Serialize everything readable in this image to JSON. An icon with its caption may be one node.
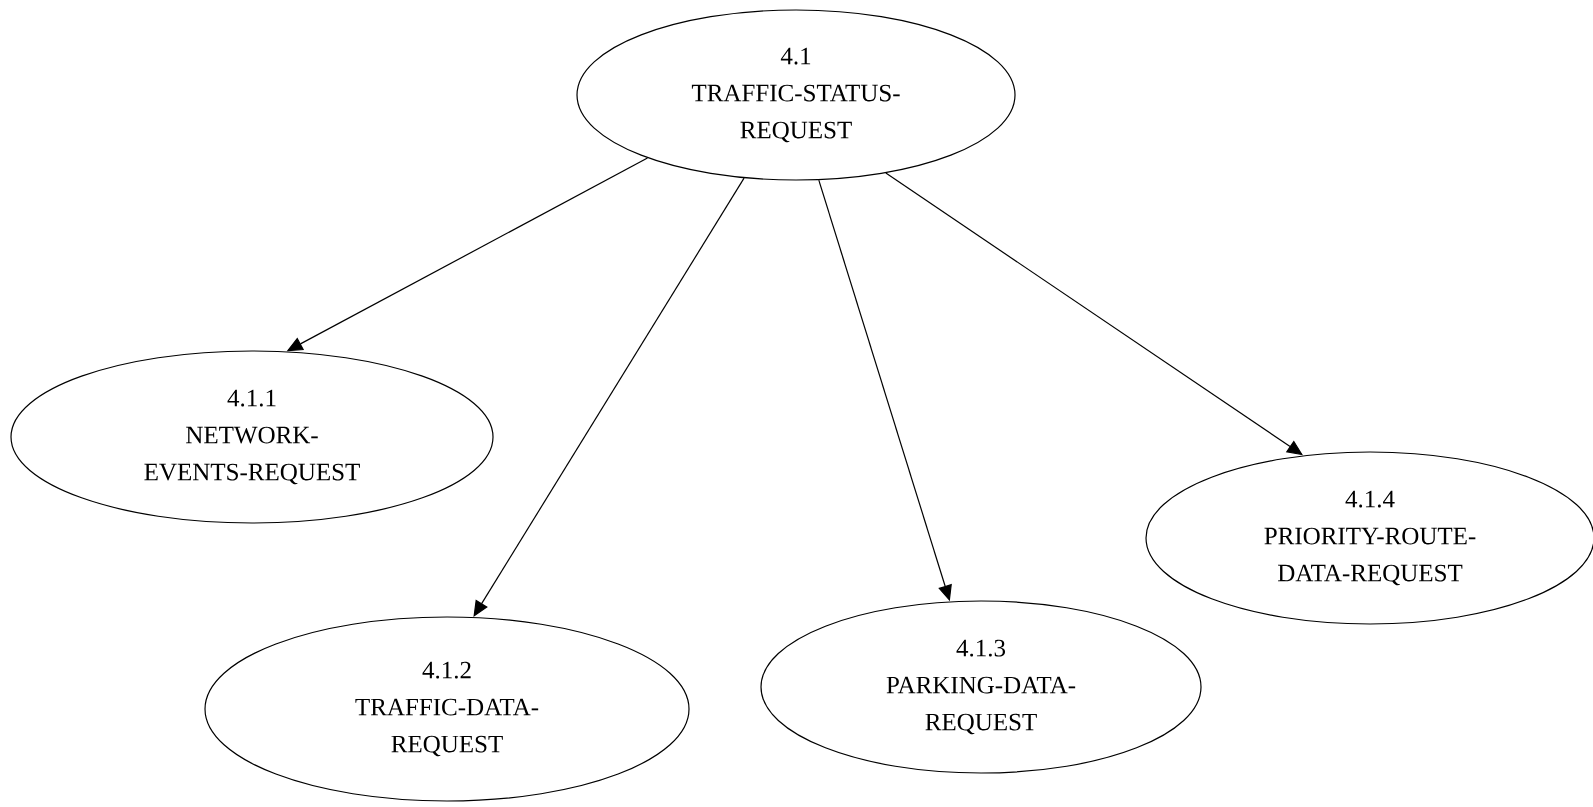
{
  "diagram": {
    "nodes": [
      {
        "text": [
          "4.1",
          "TRAFFIC-STATUS-REQUEST"
        ]
      },
      {
        "text": [
          "4.1.1",
          "NETWORK-EVENTS-REQUEST"
        ]
      },
      {
        "text": [
          "4.1.2",
          "TRAFFIC-DATA-REQUEST"
        ]
      },
      {
        "text": [
          "4.1.3",
          "PARKING-DATA-REQUEST"
        ]
      },
      {
        "text": [
          "4.1.4",
          "PRIORITY-ROUTE-DATA-REQUEST"
        ]
      }
    ],
    "edges": [
      {
        "from": 0,
        "to": 1,
        "arrow": "to"
      },
      {
        "from": 0,
        "to": 2,
        "arrow": "to"
      },
      {
        "from": 0,
        "to": 3,
        "arrow": "to"
      },
      {
        "from": 0,
        "to": 4,
        "arrow": "to"
      }
    ]
  }
}
